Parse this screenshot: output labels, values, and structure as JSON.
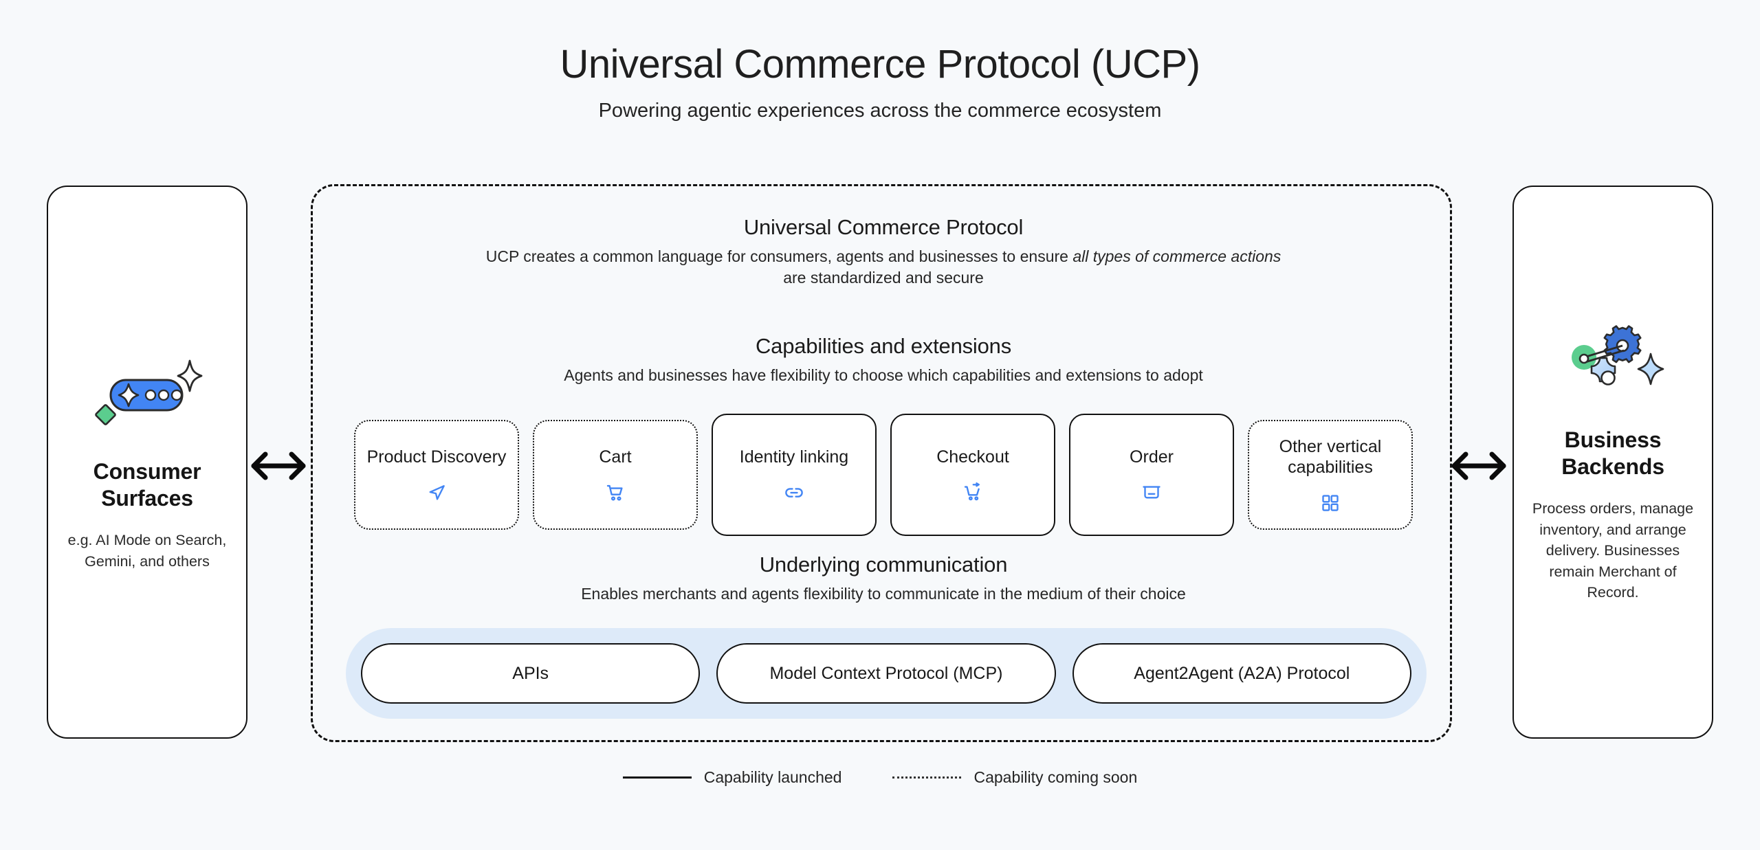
{
  "header": {
    "title": "Universal Commerce Protocol (UCP)",
    "subtitle": "Powering agentic experiences across the commerce ecosystem"
  },
  "consumer_panel": {
    "icon": "chat-bubble-sparkle-icon",
    "title": "Consumer Surfaces",
    "description": "e.g. AI Mode on Search, Gemini, and others"
  },
  "business_panel": {
    "icon": "gears-sparkle-icon",
    "title": "Business Backends",
    "description": "Process orders, manage inventory, and arrange delivery. Businesses remain Merchant of Record."
  },
  "arrows": {
    "left": "double-arrow-icon",
    "right": "double-arrow-icon"
  },
  "ucp": {
    "heading": "Universal Commerce Protocol",
    "description_before": "UCP creates a common language for consumers, agents and businesses to ensure ",
    "description_emphasis": "all types of commerce actions",
    "description_after": " are standardized and secure"
  },
  "capabilities": {
    "heading": "Capabilities and extensions",
    "subheading": "Agents and businesses have flexibility to choose which capabilities and extensions to adopt",
    "cards": [
      {
        "label": "Product Discovery",
        "status": "coming",
        "icon": "navigation-arrow-icon"
      },
      {
        "label": "Cart",
        "status": "coming",
        "icon": "shopping-cart-icon"
      },
      {
        "label": "Identity linking",
        "status": "launched",
        "icon": "link-icon"
      },
      {
        "label": "Checkout",
        "status": "launched",
        "icon": "cart-checkout-icon"
      },
      {
        "label": "Order",
        "status": "launched",
        "icon": "order-box-icon"
      },
      {
        "label": "Other vertical capabilities",
        "status": "coming",
        "icon": "grid-apps-icon"
      }
    ]
  },
  "communication": {
    "heading": "Underlying communication",
    "subheading": "Enables merchants and agents flexibility to communicate in the medium of their choice",
    "pills": [
      "APIs",
      "Model Context Protocol (MCP)",
      "Agent2Agent (A2A) Protocol"
    ]
  },
  "legend": [
    {
      "style": "solid",
      "label": "Capability launched"
    },
    {
      "style": "dotted",
      "label": "Capability coming soon"
    }
  ],
  "colors": {
    "background": "#f7f9fb",
    "accent_blue": "#4285f4",
    "comm_bar": "#ddeaf9",
    "stroke": "#111111",
    "green": "#5bcd8e"
  }
}
